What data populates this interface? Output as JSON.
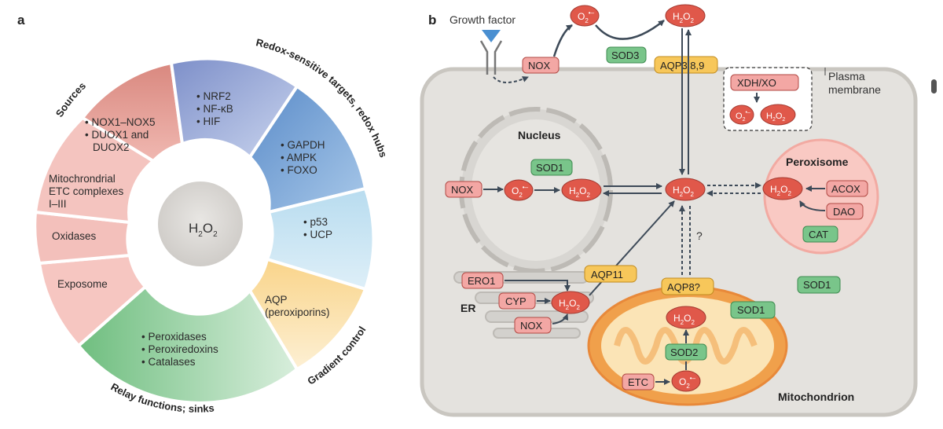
{
  "panel_a": {
    "letter": "a",
    "center_label": "H2O2",
    "segments": {
      "sources_items": [
        "NOX1–NOX5",
        "DUOX1 and",
        "DUOX2"
      ],
      "mito_etc": [
        "Mitochrondrial",
        "ETC complexes",
        "I–III"
      ],
      "oxidases": "Oxidases",
      "exposome": "Exposome",
      "hubs_top": [
        "NRF2",
        "NF-κB",
        "HIF"
      ],
      "hubs_mid": [
        "GAPDH",
        "AMPK",
        "FOXO"
      ],
      "hubs_low": [
        "p53",
        "UCP"
      ],
      "aqp": [
        "AQP",
        "(peroxiporins)"
      ],
      "relay": [
        "Peroxidases",
        "Peroxiredoxins",
        "Catalases"
      ]
    },
    "arc_labels": {
      "sources": "Sources",
      "hubs": "Redox-sensitive targets, redox hubs",
      "gradient": "Gradient control",
      "relay": "Relay functions; sinks"
    }
  },
  "panel_b": {
    "letter": "b",
    "growth_factor": "Growth factor",
    "nox": "NOX",
    "sod3": "SOD3",
    "aqp389": "AQP3,8,9",
    "plasma_membrane": [
      "Plasma",
      "membrane"
    ],
    "xdh_xo": "XDH/XO",
    "nucleus": "Nucleus",
    "sod1": "SOD1",
    "peroxisome": "Peroxisome",
    "acox": "ACOX",
    "dao": "DAO",
    "cat": "CAT",
    "question": "?",
    "ero1": "ERO1",
    "aqp11": "AQP11",
    "er": "ER",
    "cyp": "CYP",
    "aqp8": "AQP8?",
    "sod2": "SOD2",
    "etc": "ETC",
    "mitochondrion": "Mitochondrion",
    "h2o2": "H2O2",
    "o2": "O2"
  },
  "colors": {
    "ros_red": "#e0584a",
    "enzyme_pink": "#f3a7a4",
    "sod_green": "#79c58a",
    "aqp_yellow": "#f7c75a",
    "cell_gray": "#e3e1dd",
    "peroxisome_pink": "#f9c9c3",
    "mito_orange": "#f0a04b"
  }
}
